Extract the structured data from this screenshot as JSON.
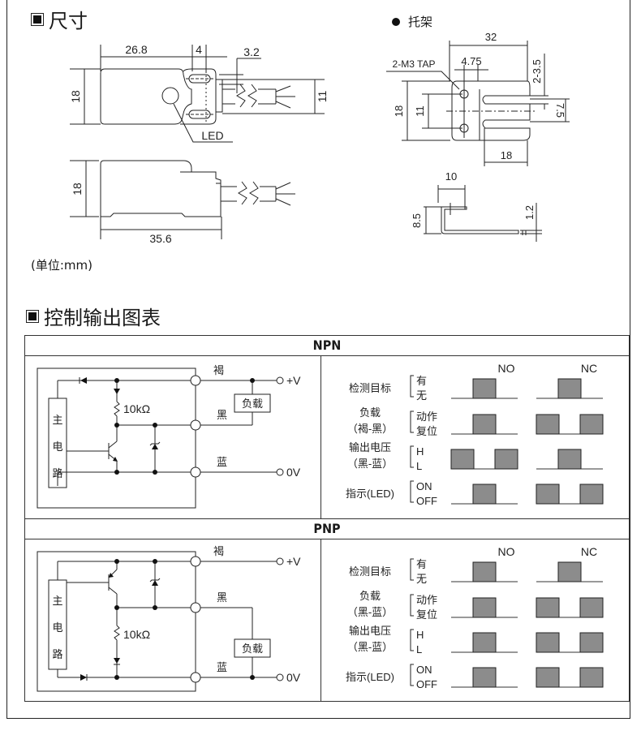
{
  "dimensions": {
    "title": "尺寸",
    "unit_label": "(单位:mm)",
    "top_view": {
      "dims": [
        "26.8",
        "4",
        "3.2",
        "18",
        "11"
      ],
      "led_label": "LED"
    },
    "side_view": {
      "dims": [
        "18",
        "35.6"
      ]
    },
    "bracket": {
      "title": "托架",
      "tap_label": "2-M3 TAP",
      "dims": [
        "32",
        "4.75",
        "2-3.5",
        "18",
        "11",
        "7.5",
        "18"
      ],
      "profile_dims": [
        "10",
        "8.5",
        "1.2"
      ]
    }
  },
  "control": {
    "title": "控制输出图表",
    "sections": [
      {
        "name": "NPN",
        "circuit": {
          "main_circuit": [
            "主",
            "电",
            "路"
          ],
          "resistor": "10kΩ",
          "load": "负载",
          "wires": [
            "褐",
            "黑",
            "蓝"
          ],
          "terminals": [
            "+V",
            "0V"
          ]
        },
        "timing": {
          "columns": [
            "NO",
            "NC"
          ],
          "rows": [
            {
              "label": [
                "检测目标"
              ],
              "states": [
                "有",
                "无"
              ],
              "no": "pulse",
              "nc": "pulse"
            },
            {
              "label": [
                "负载",
                "（褐-黑）"
              ],
              "states": [
                "动作",
                "复位"
              ],
              "no": "pulse",
              "nc": "inverted"
            },
            {
              "label": [
                "输出电压",
                "（黑-蓝）"
              ],
              "states": [
                "H",
                "L"
              ],
              "no": "inverted",
              "nc": "pulse"
            },
            {
              "label": [
                "指示(LED)"
              ],
              "states": [
                "ON",
                "OFF"
              ],
              "no": "pulse",
              "nc": "inverted"
            }
          ]
        }
      },
      {
        "name": "PNP",
        "circuit": {
          "main_circuit": [
            "主",
            "电",
            "路"
          ],
          "resistor": "10kΩ",
          "load": "负载",
          "wires": [
            "褐",
            "黑",
            "蓝"
          ],
          "terminals": [
            "+V",
            "0V"
          ]
        },
        "timing": {
          "columns": [
            "NO",
            "NC"
          ],
          "rows": [
            {
              "label": [
                "检测目标"
              ],
              "states": [
                "有",
                "无"
              ],
              "no": "pulse",
              "nc": "pulse"
            },
            {
              "label": [
                "负载",
                "（黑-蓝）"
              ],
              "states": [
                "动作",
                "复位"
              ],
              "no": "pulse",
              "nc": "inverted"
            },
            {
              "label": [
                "输出电压",
                "（黑-蓝）"
              ],
              "states": [
                "H",
                "L"
              ],
              "no": "pulse",
              "nc": "inverted"
            },
            {
              "label": [
                "指示(LED)"
              ],
              "states": [
                "ON",
                "OFF"
              ],
              "no": "pulse",
              "nc": "inverted"
            }
          ]
        }
      }
    ]
  },
  "colors": {
    "pulse_fill": "#8c8c8c",
    "line": "#222222"
  }
}
